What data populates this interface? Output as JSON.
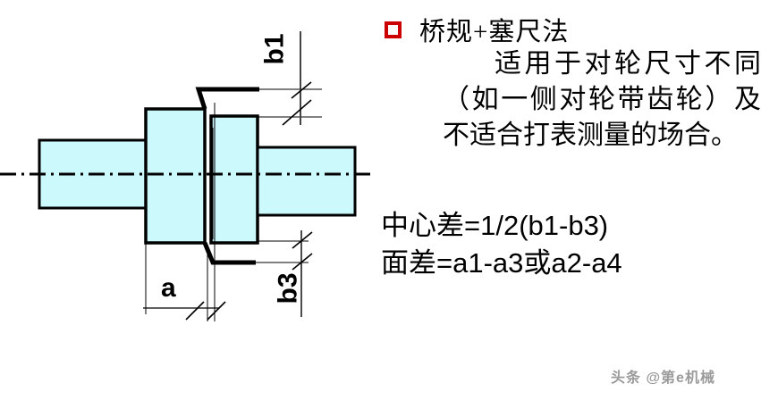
{
  "slide": {
    "bullet": {
      "marker": "red-square-bullet",
      "marker_color": "#cc0000",
      "text": "桥规+塞尺法"
    },
    "body_text": "适用于对轮尺寸不同（如一侧对轮带齿轮）及不适合打表测量的场合。",
    "formulas": [
      {
        "lhs": "中心差",
        "rhs": "=1/2(b1-b3)"
      },
      {
        "lhs": "面差",
        "rhs": "=a1-a3或a2-a4"
      }
    ]
  },
  "drawing": {
    "title": "coupling-alignment-section-view",
    "fill_color": "#ccf9fb",
    "outline_color": "#000000",
    "centerline_color": "#000000",
    "dimension_labels": [
      {
        "id": "b1",
        "text": "b1",
        "orientation": "vertical"
      },
      {
        "id": "b3",
        "text": "b3",
        "orientation": "vertical"
      },
      {
        "id": "a",
        "text": "a",
        "orientation": "horizontal"
      }
    ]
  },
  "watermark": {
    "text": "头条 @第e机械"
  }
}
